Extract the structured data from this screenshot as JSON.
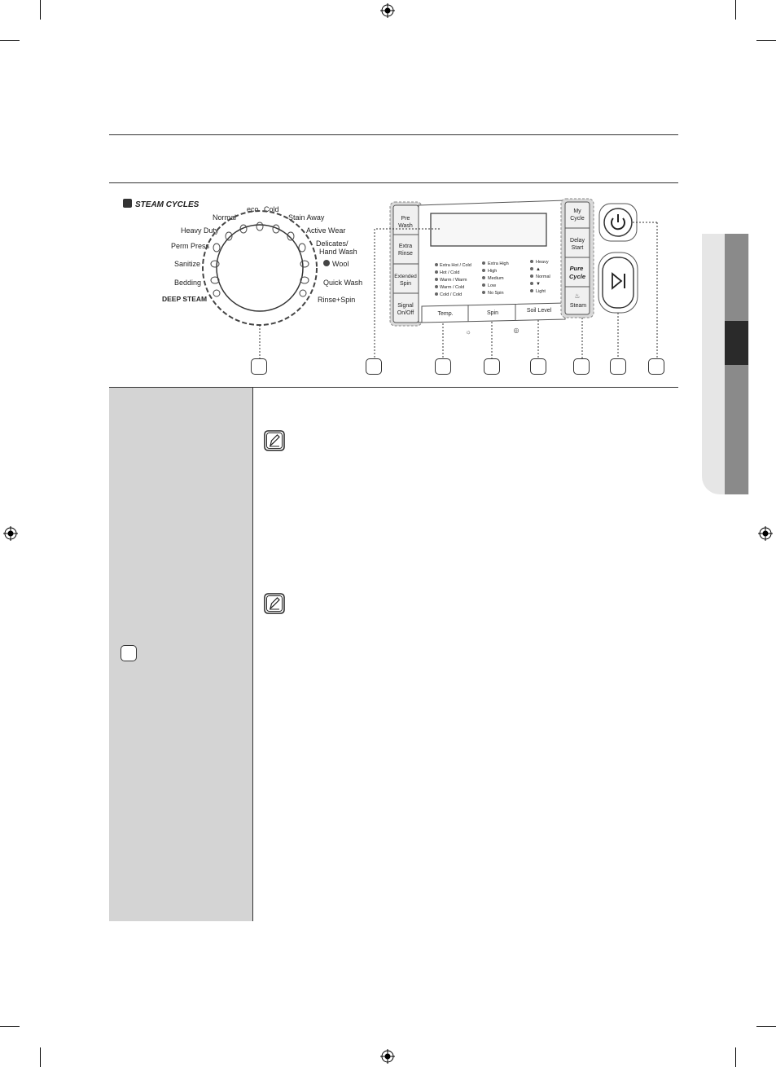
{
  "panel": {
    "header": "STEAM CYCLES",
    "dial_cycles": {
      "left": [
        "Normal",
        "Heavy Duty",
        "Perm Press",
        "Sanitize",
        "Bedding",
        "DEEP STEAM"
      ],
      "top": [
        "eco",
        "Cold"
      ],
      "right": [
        "Stain Away",
        "Active Wear",
        "Delicates/",
        "Hand Wash",
        "Wool",
        "Quick Wash",
        "Rinse+Spin"
      ]
    },
    "left_buttons": [
      [
        "Pre",
        "Wash"
      ],
      [
        "Extra",
        "Rinse"
      ],
      [
        "Extended",
        "Spin"
      ],
      [
        "Signal",
        "On/Off"
      ]
    ],
    "temp_options": [
      "Extra Hot / Cold",
      "Hot / Cold",
      "Warm / Warm",
      "Warm / Cold",
      "Cold / Cold"
    ],
    "spin_options": [
      "Extra High",
      "High",
      "Medium",
      "Low",
      "No Spin"
    ],
    "soil_options": [
      "Heavy",
      "▲",
      "Normal",
      "▼",
      "Light"
    ],
    "bottom_buttons": [
      "Temp.",
      "Spin",
      "Soil Level"
    ],
    "right_buttons": [
      [
        "My",
        "Cycle"
      ],
      [
        "Delay",
        "Start"
      ],
      [
        "Pure",
        "Cycle"
      ],
      [
        "Steam"
      ]
    ],
    "power_icon": "power-icon",
    "start_pause_icon": "play-pause-icon"
  },
  "layout_colors": {
    "sidebar_gray": "#d4d4d4",
    "dashed_group_fill": "#d9d9d9"
  }
}
